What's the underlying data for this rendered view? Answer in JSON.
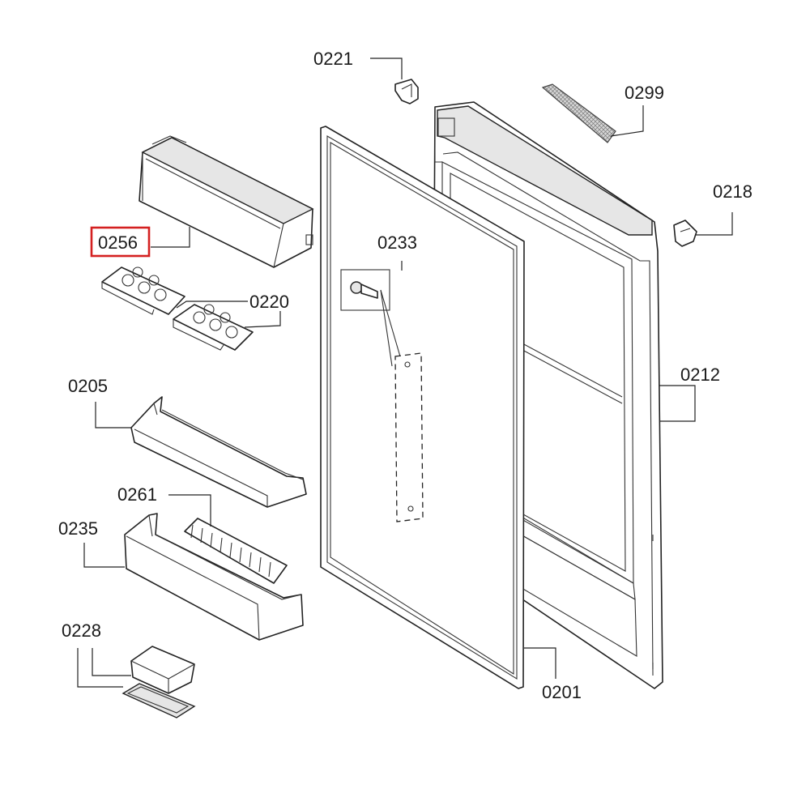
{
  "diagram": {
    "highlighted_part": "0256",
    "highlight_color": "#d42020",
    "labels": {
      "p0221": "0221",
      "p0299": "0299",
      "p0218": "0218",
      "p0256": "0256",
      "p0233": "0233",
      "p0220": "0220",
      "p0205": "0205",
      "p0212": "0212",
      "p0261": "0261",
      "p0235": "0235",
      "p0228": "0228",
      "p0201": "0201"
    }
  }
}
